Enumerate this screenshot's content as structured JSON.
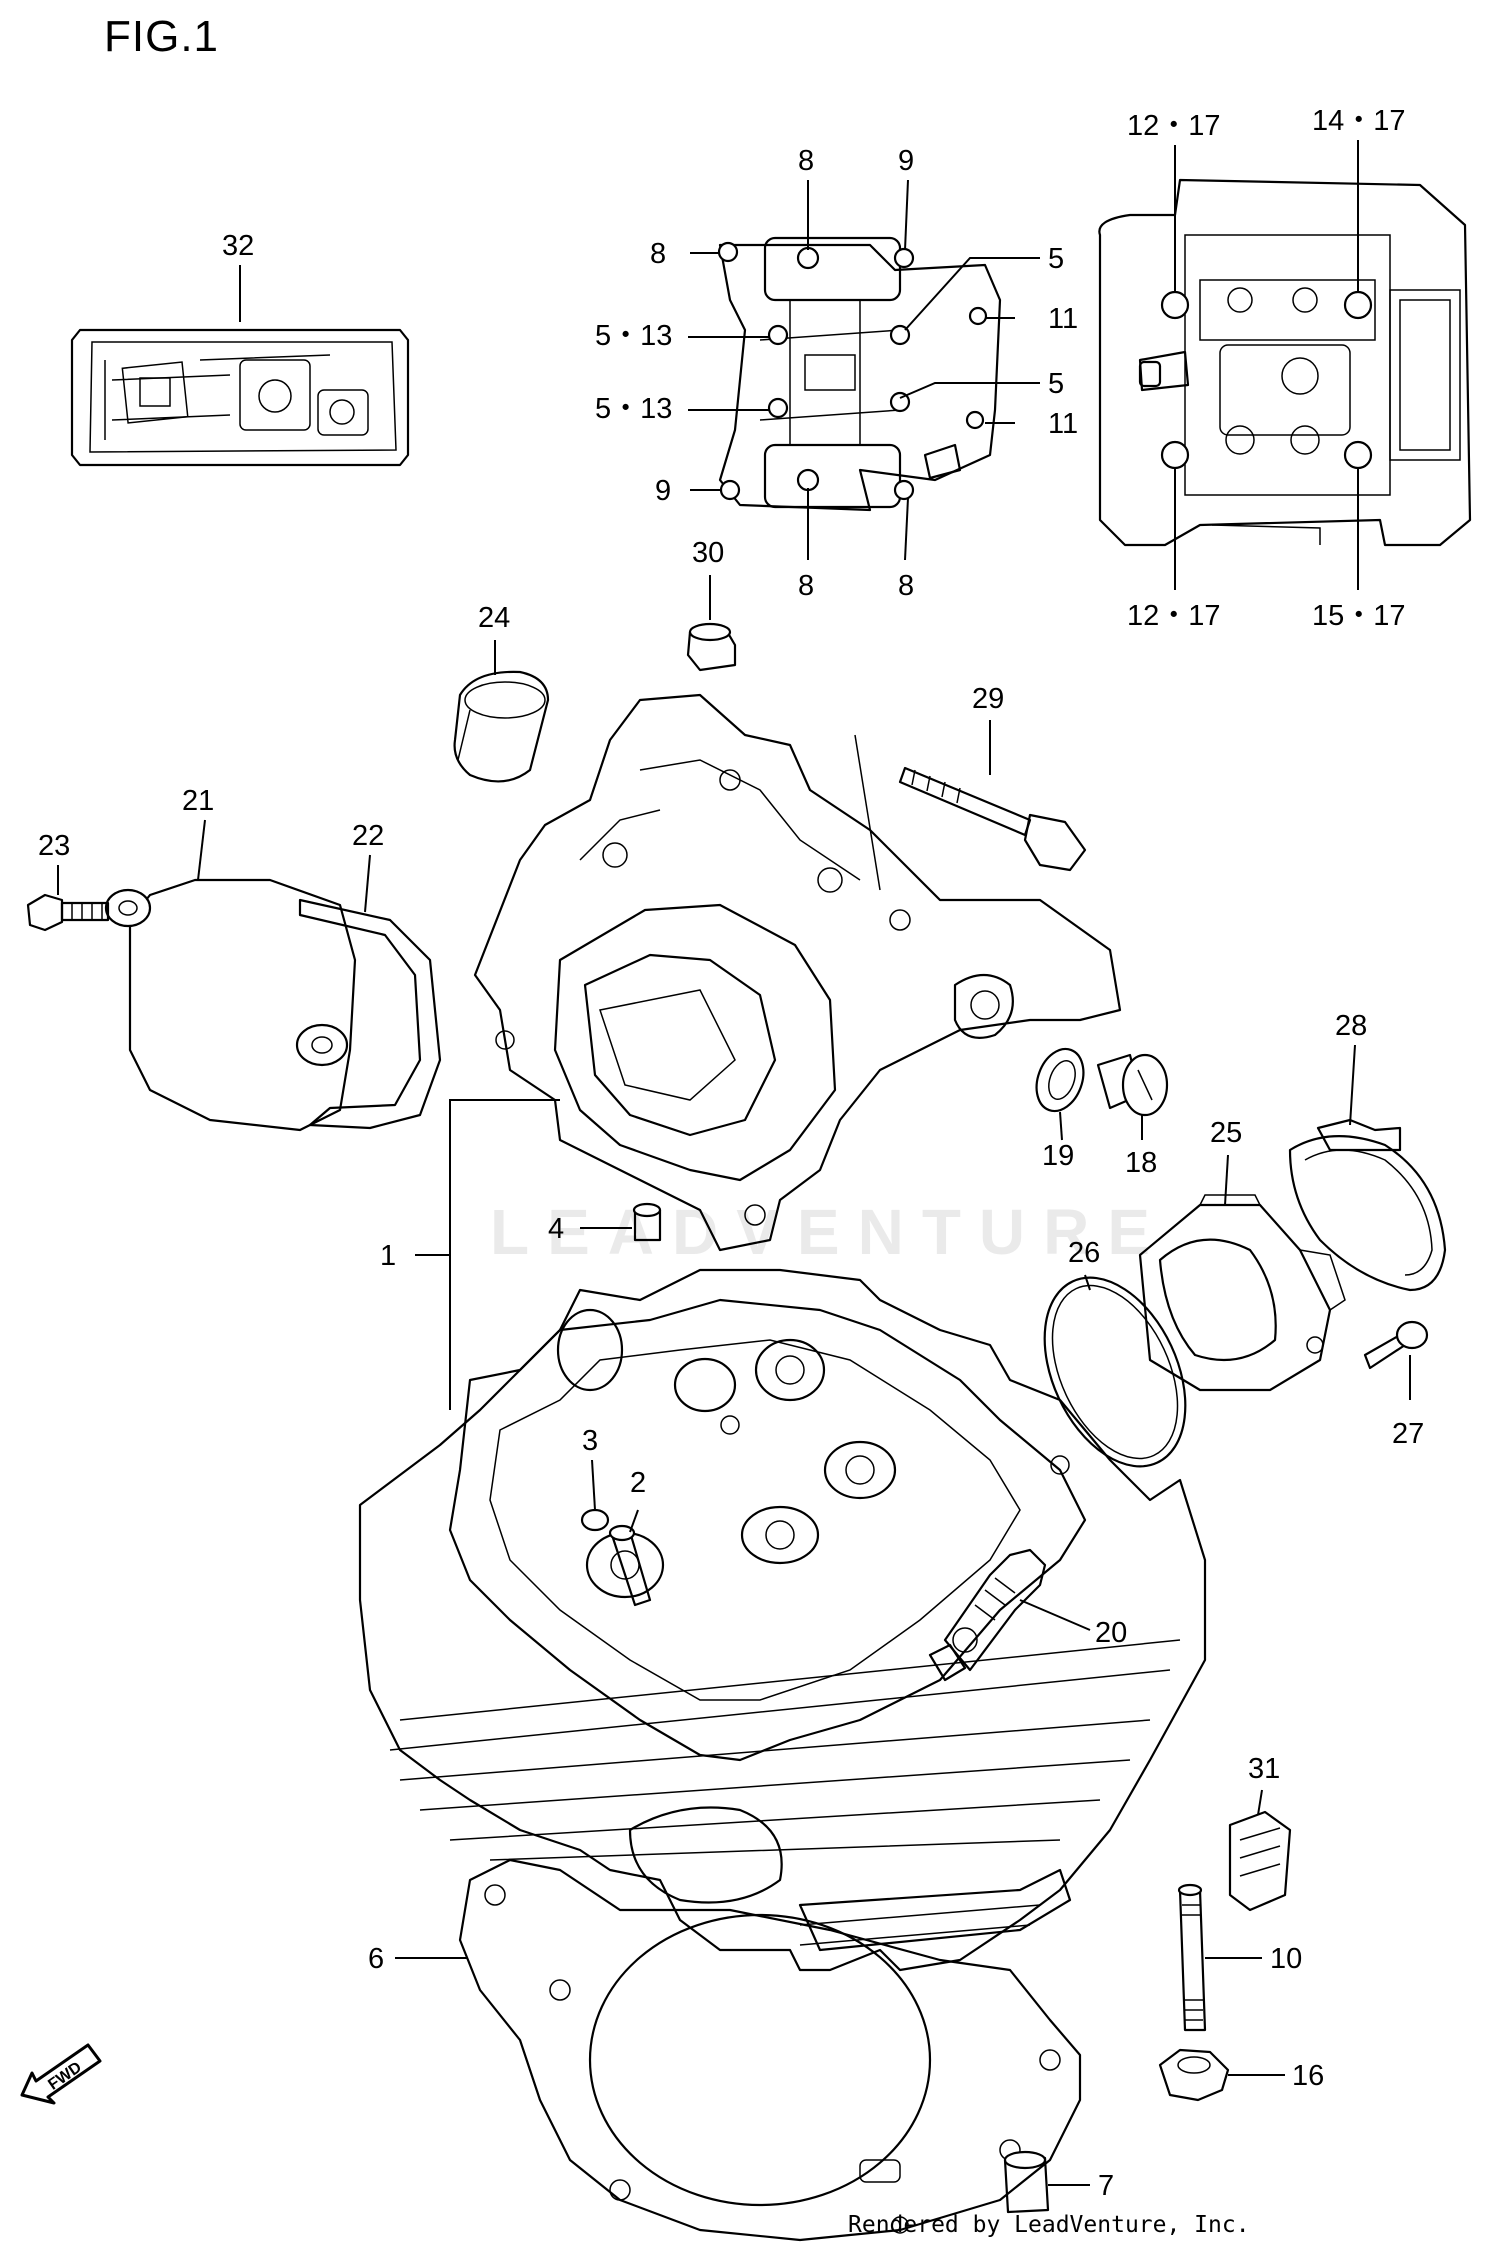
{
  "figure": {
    "title": "FIG.1",
    "watermark": "LEADVENTURE",
    "credit": "Rendered by LeadVenture, Inc.",
    "fwd_label": "FWD"
  },
  "callouts": [
    {
      "id": "c32",
      "label": "32"
    },
    {
      "id": "c8a",
      "label": "8"
    },
    {
      "id": "c9a",
      "label": "9"
    },
    {
      "id": "c8b",
      "label": "8"
    },
    {
      "id": "c5a",
      "label": "5"
    },
    {
      "id": "c513a",
      "label": "5・13"
    },
    {
      "id": "c11a",
      "label": "11"
    },
    {
      "id": "c513b",
      "label": "5・13"
    },
    {
      "id": "c5b",
      "label": "5"
    },
    {
      "id": "c11b",
      "label": "11"
    },
    {
      "id": "c9b",
      "label": "9"
    },
    {
      "id": "c8c",
      "label": "8"
    },
    {
      "id": "c8d",
      "label": "8"
    },
    {
      "id": "c1217a",
      "label": "12・17"
    },
    {
      "id": "c1417",
      "label": "14・17"
    },
    {
      "id": "c1217b",
      "label": "12・17"
    },
    {
      "id": "c1517",
      "label": "15・17"
    },
    {
      "id": "c30",
      "label": "30"
    },
    {
      "id": "c24",
      "label": "24"
    },
    {
      "id": "c29",
      "label": "29"
    },
    {
      "id": "c23",
      "label": "23"
    },
    {
      "id": "c21",
      "label": "21"
    },
    {
      "id": "c22",
      "label": "22"
    },
    {
      "id": "c28",
      "label": "28"
    },
    {
      "id": "c19",
      "label": "19"
    },
    {
      "id": "c18",
      "label": "18"
    },
    {
      "id": "c25",
      "label": "25"
    },
    {
      "id": "c4",
      "label": "4"
    },
    {
      "id": "c1",
      "label": "1"
    },
    {
      "id": "c26",
      "label": "26"
    },
    {
      "id": "c27",
      "label": "27"
    },
    {
      "id": "c3",
      "label": "3"
    },
    {
      "id": "c2",
      "label": "2"
    },
    {
      "id": "c20",
      "label": "20"
    },
    {
      "id": "c31",
      "label": "31"
    },
    {
      "id": "c6",
      "label": "6"
    },
    {
      "id": "c10",
      "label": "10"
    },
    {
      "id": "c16",
      "label": "16"
    },
    {
      "id": "c7",
      "label": "7"
    }
  ]
}
